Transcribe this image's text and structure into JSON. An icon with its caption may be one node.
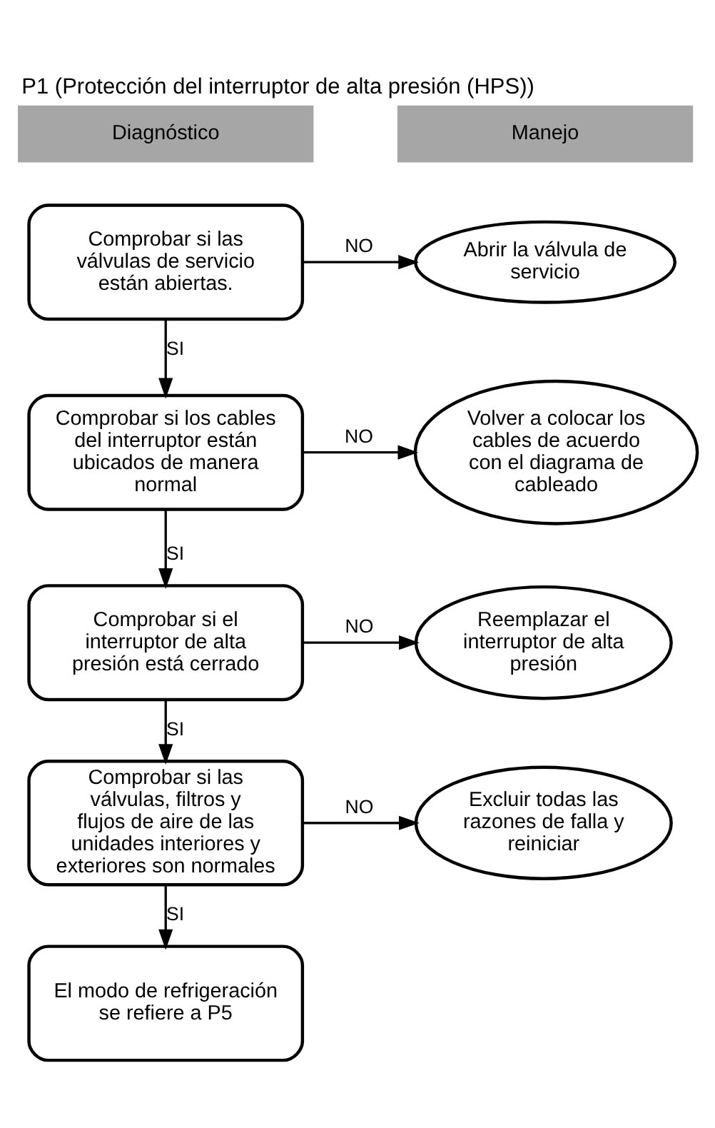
{
  "diagram": {
    "title": "P1 (Protección del interruptor de alta presión (HPS))",
    "nodes": [
      {
        "text": [
          "Comprobar si las válvulas de servicio están abiertas."
        ]
      },
      {
        "text": [
          "Abrir la válvula de servicio"
        ]
      },
      {
        "text": [
          "Comprobar si los cables del interruptor están ubicados de manera normal"
        ]
      },
      {
        "text": [
          "Volver a colocar los cables de acuerdo con el diagrama de cableado"
        ]
      },
      {
        "text": [
          "Comprobar si el interruptor de alta presión está cerrado"
        ]
      },
      {
        "text": [
          "Reemplazar el interruptor de alta presión"
        ]
      },
      {
        "text": [
          "Comprobar si las válvulas, filtros y flujos de aire de las unidades interiores y exteriores son normales"
        ]
      },
      {
        "text": [
          "Excluir todas las razones de falla y reiniciar"
        ]
      },
      {
        "text": [
          "El modo de refrigeración se refiere a P5"
        ]
      }
    ],
    "edges": [
      {
        "from": 0,
        "to": 1,
        "arrow": "to",
        "label": "NO"
      },
      {
        "from": 0,
        "to": 2,
        "arrow": "to",
        "label": "SI"
      },
      {
        "from": 2,
        "to": 3,
        "arrow": "to",
        "label": "NO"
      },
      {
        "from": 2,
        "to": 4,
        "arrow": "to",
        "label": "SI"
      },
      {
        "from": 4,
        "to": 5,
        "arrow": "to",
        "label": "NO"
      },
      {
        "from": 4,
        "to": 6,
        "arrow": "to",
        "label": "SI"
      },
      {
        "from": 6,
        "to": 7,
        "arrow": "to",
        "label": "NO"
      },
      {
        "from": 6,
        "to": 8,
        "arrow": "to",
        "label": "SI"
      }
    ],
    "labels": [
      "Diagnóstico",
      "Manejo"
    ]
  }
}
